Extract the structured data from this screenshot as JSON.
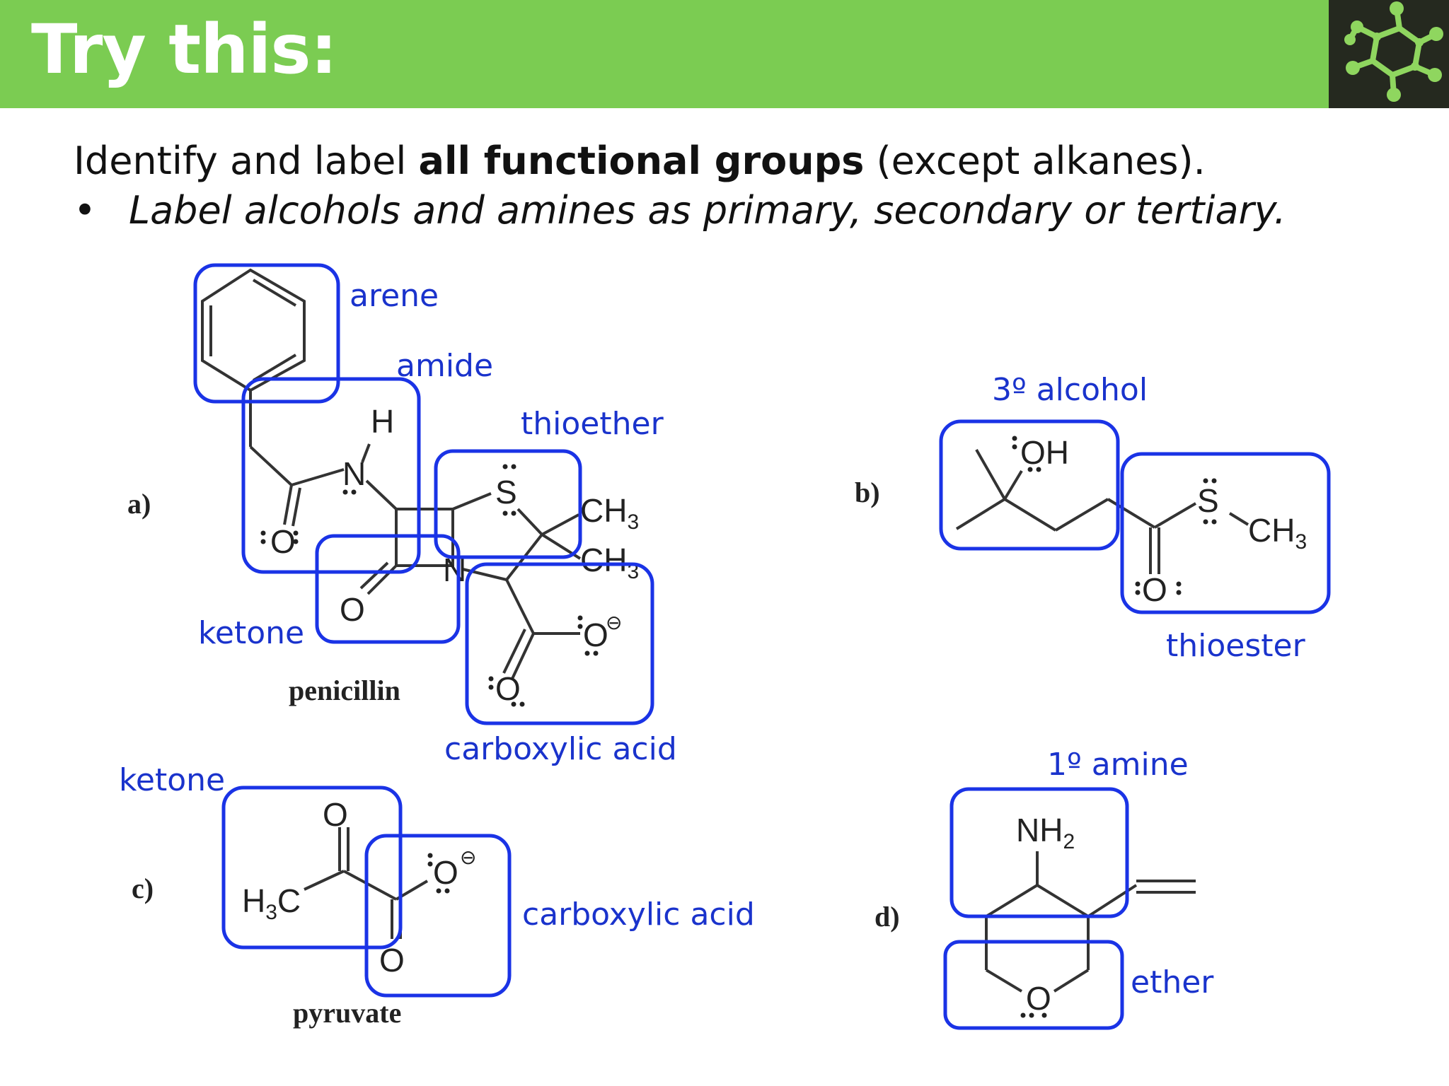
{
  "title": "Try this:",
  "instruction": {
    "prefix": "Identify and label ",
    "bold": "all functional groups",
    "suffix": " (except alkanes)."
  },
  "bullet": {
    "symbol": "•",
    "text": "Label alcohols and amines as primary, secondary or tertiary."
  },
  "structures": {
    "a": {
      "tag": "a)",
      "name": "penicillin"
    },
    "b": {
      "tag": "b)"
    },
    "c": {
      "tag": "c)",
      "name": "pyruvate"
    },
    "d": {
      "tag": "d)"
    }
  },
  "labels": {
    "arene": "arene",
    "amide": "amide",
    "thioether": "thioether",
    "ketone_a": "ketone",
    "carboxylic_acid_a": "carboxylic acid",
    "alcohol_3": "3º alcohol",
    "thioester": "thioester",
    "ketone_c": "ketone",
    "carboxylic_acid_c": "carboxylic acid",
    "amine_1": "1º amine",
    "ether": "ether"
  },
  "atoms": {
    "H": "H",
    "N": "N",
    "O": "O",
    "S": "S",
    "C": "C",
    "OH": "OH",
    "CH": "CH",
    "NH": "NH",
    "H3C_H": "H",
    "sub3": "3",
    "sub2": "2",
    "neg": "⊖",
    "pair": ":"
  },
  "colors": {
    "header": "#7bcc52",
    "logo_bg": "#25291f",
    "annotation": "#1a33cc"
  }
}
